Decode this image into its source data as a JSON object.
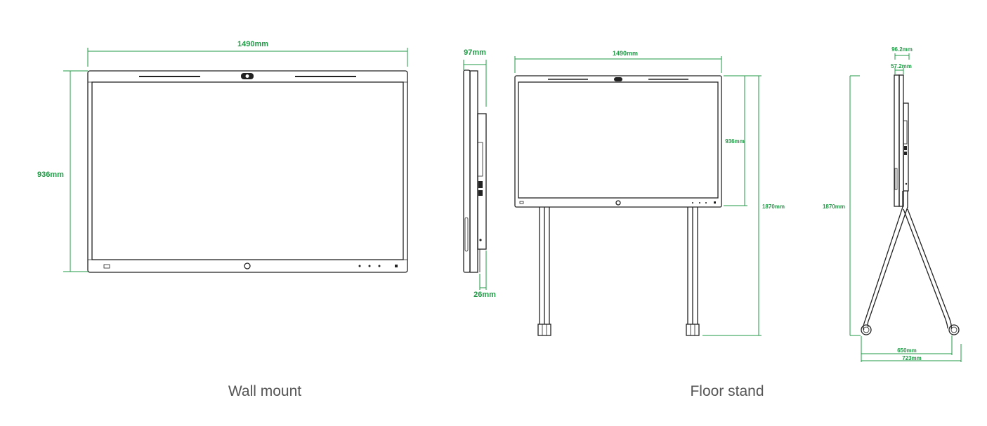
{
  "wall_mount": {
    "caption": "Wall mount",
    "front_width": "1490mm",
    "front_height": "936mm",
    "side_depth": "97mm",
    "side_mount_depth": "26mm"
  },
  "floor_stand": {
    "caption": "Floor stand",
    "front_width": "1490mm",
    "screen_height": "936mm",
    "total_height_front": "1870mm",
    "total_height_side": "1870mm",
    "top_depth": "96.2mm",
    "panel_depth": "57.2mm",
    "wheel_span_inner": "650mm",
    "base_width": "723mm"
  },
  "colors": {
    "dimension": "#1f9a45",
    "outline": "#222222",
    "caption": "#555555"
  }
}
